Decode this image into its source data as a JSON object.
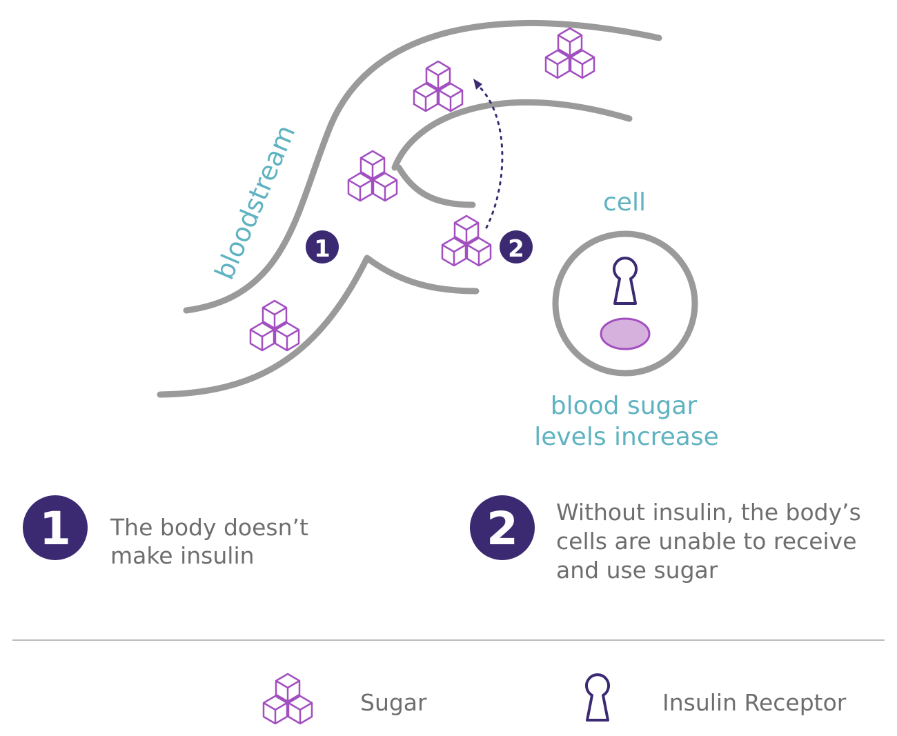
{
  "labels": {
    "bloodstream": "bloodstream",
    "cell": "cell",
    "blood_sugar_line1": "blood sugar",
    "blood_sugar_line2": "levels increase"
  },
  "steps": [
    {
      "number": "1",
      "lines": [
        "The body doesn’t",
        "make insulin"
      ]
    },
    {
      "number": "2",
      "lines": [
        "Without insulin, the body’s",
        "cells are unable to receive",
        "and use sugar"
      ]
    }
  ],
  "legend": {
    "sugar": "Sugar",
    "insulin_receptor": "Insulin Receptor"
  },
  "colors": {
    "vessel": "#9a9a9a",
    "teal_text": "#5fb3c1",
    "badge": "#3b2a72",
    "sugar": "#a24fc0",
    "receptor": "#3b2a72",
    "nucleus": "#d7b1dd",
    "body_text": "#6e6e6e",
    "divider": "#bdbdbd"
  }
}
